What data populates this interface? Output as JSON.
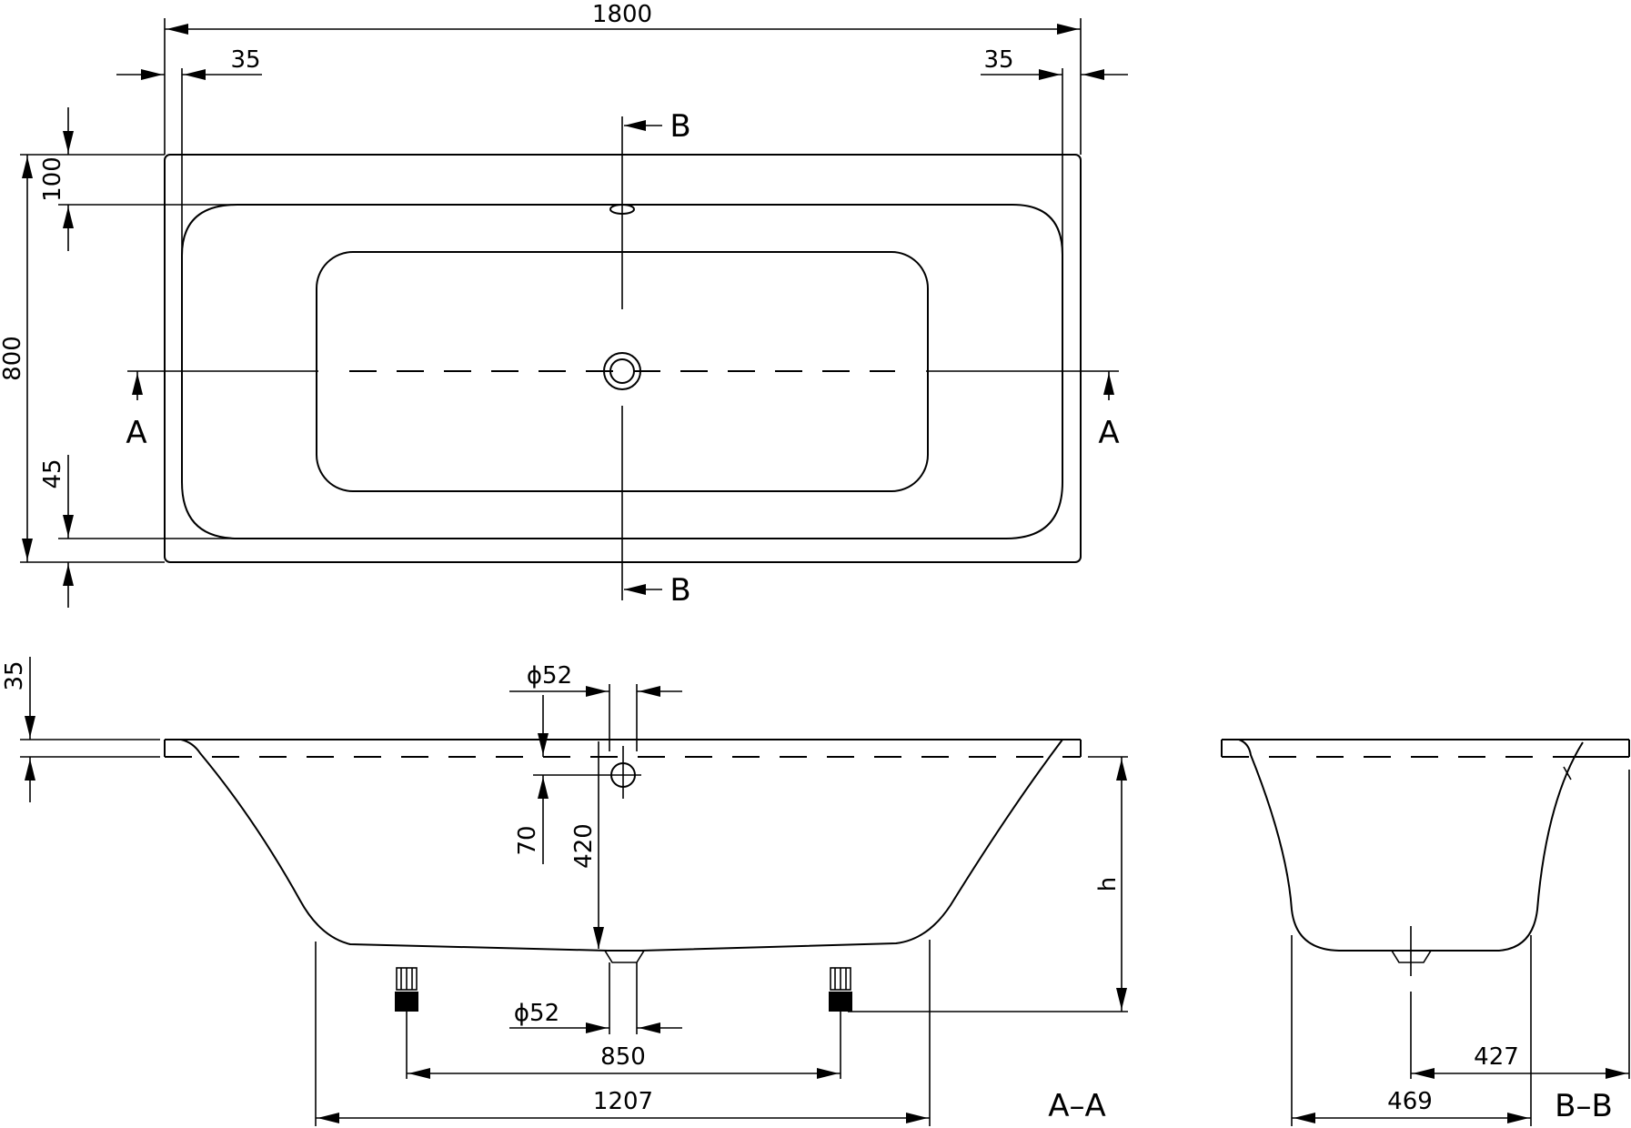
{
  "plan": {
    "length_label": "1800",
    "rim_left_label": "35",
    "rim_right_label": "35",
    "rim_top_label": "100",
    "width_label": "800",
    "rim_bottom_label": "45",
    "section_a_letter": "A",
    "section_b_letter": "B"
  },
  "section_aa": {
    "overflow_diameter_label": "ϕ52",
    "waste_diameter_label": "ϕ52",
    "rim_thickness_label": "35",
    "overflow_depth_label": "70",
    "depth_label": "420",
    "height_label": "h",
    "feet_distance_label": "850",
    "base_length_label": "1207",
    "title": "A–A"
  },
  "section_bb": {
    "base_width_label": "469",
    "half_width_label": "427",
    "title": "B–B"
  },
  "colors": {
    "line": "#000000",
    "background": "#ffffff"
  }
}
